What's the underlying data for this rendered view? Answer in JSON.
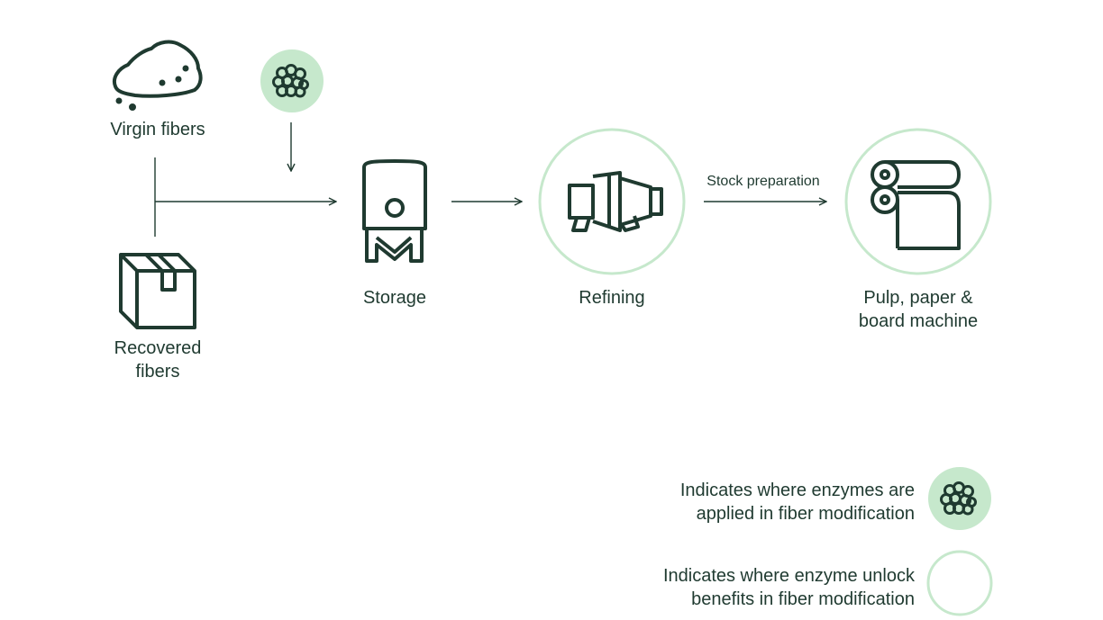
{
  "colors": {
    "ink": "#1f3a30",
    "enzyme_fill": "#c6e8cc",
    "ring_stroke": "#c6e8cc"
  },
  "nodes": {
    "virgin_fibers": {
      "label": "Virgin fibers",
      "icon": "fiber-pile-icon"
    },
    "recovered_fibers": {
      "line1": "Recovered",
      "line2": "fibers",
      "icon": "cardboard-box-icon"
    },
    "storage": {
      "label": "Storage",
      "icon": "storage-tank-icon"
    },
    "refining": {
      "label": "Refining",
      "icon": "refiner-machine-icon"
    },
    "machine": {
      "line1": "Pulp, paper &",
      "line2": "board machine",
      "icon": "paper-roll-machine-icon"
    }
  },
  "edges": {
    "stock_preparation": {
      "label": "Stock preparation"
    }
  },
  "enzyme_marker": {
    "icon": "enzyme-cluster-icon"
  },
  "legend": {
    "applied": {
      "line1": "Indicates where enzymes are",
      "line2": "applied in fiber modification",
      "icon": "enzyme-cluster-icon"
    },
    "unlock": {
      "line1": "Indicates where enzyme unlock",
      "line2": "benefits in fiber modification",
      "icon": "outline-ring-icon"
    }
  }
}
